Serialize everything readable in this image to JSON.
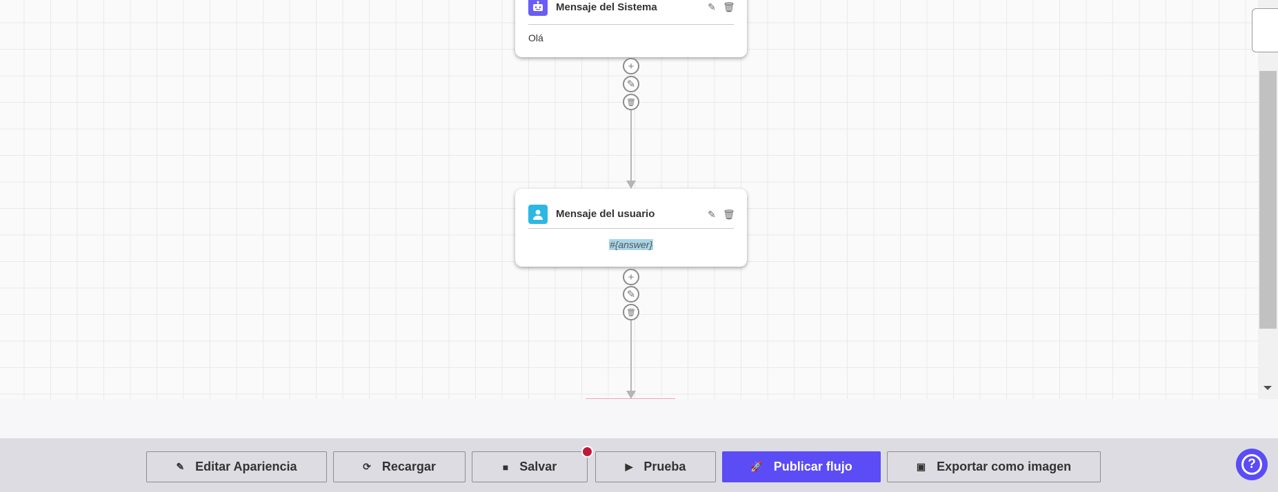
{
  "nodes": [
    {
      "title": "Mensaje del Sistema",
      "content": "Olá",
      "icon": "robot-icon",
      "icon_color": "#6a5cf6"
    },
    {
      "title": "Mensaje del usuario",
      "content": "#{answer}",
      "icon": "user-icon",
      "icon_color": "#2db7e3"
    }
  ],
  "toolbar": {
    "edit": "Editar Apariencia",
    "reload": "Recargar",
    "save": "Salvar",
    "test": "Prueba",
    "publish": "Publicar flujo",
    "export": "Exportar como imagen"
  },
  "colors": {
    "accent": "#5b4cf5",
    "unsaved_dot": "#c0183a"
  }
}
